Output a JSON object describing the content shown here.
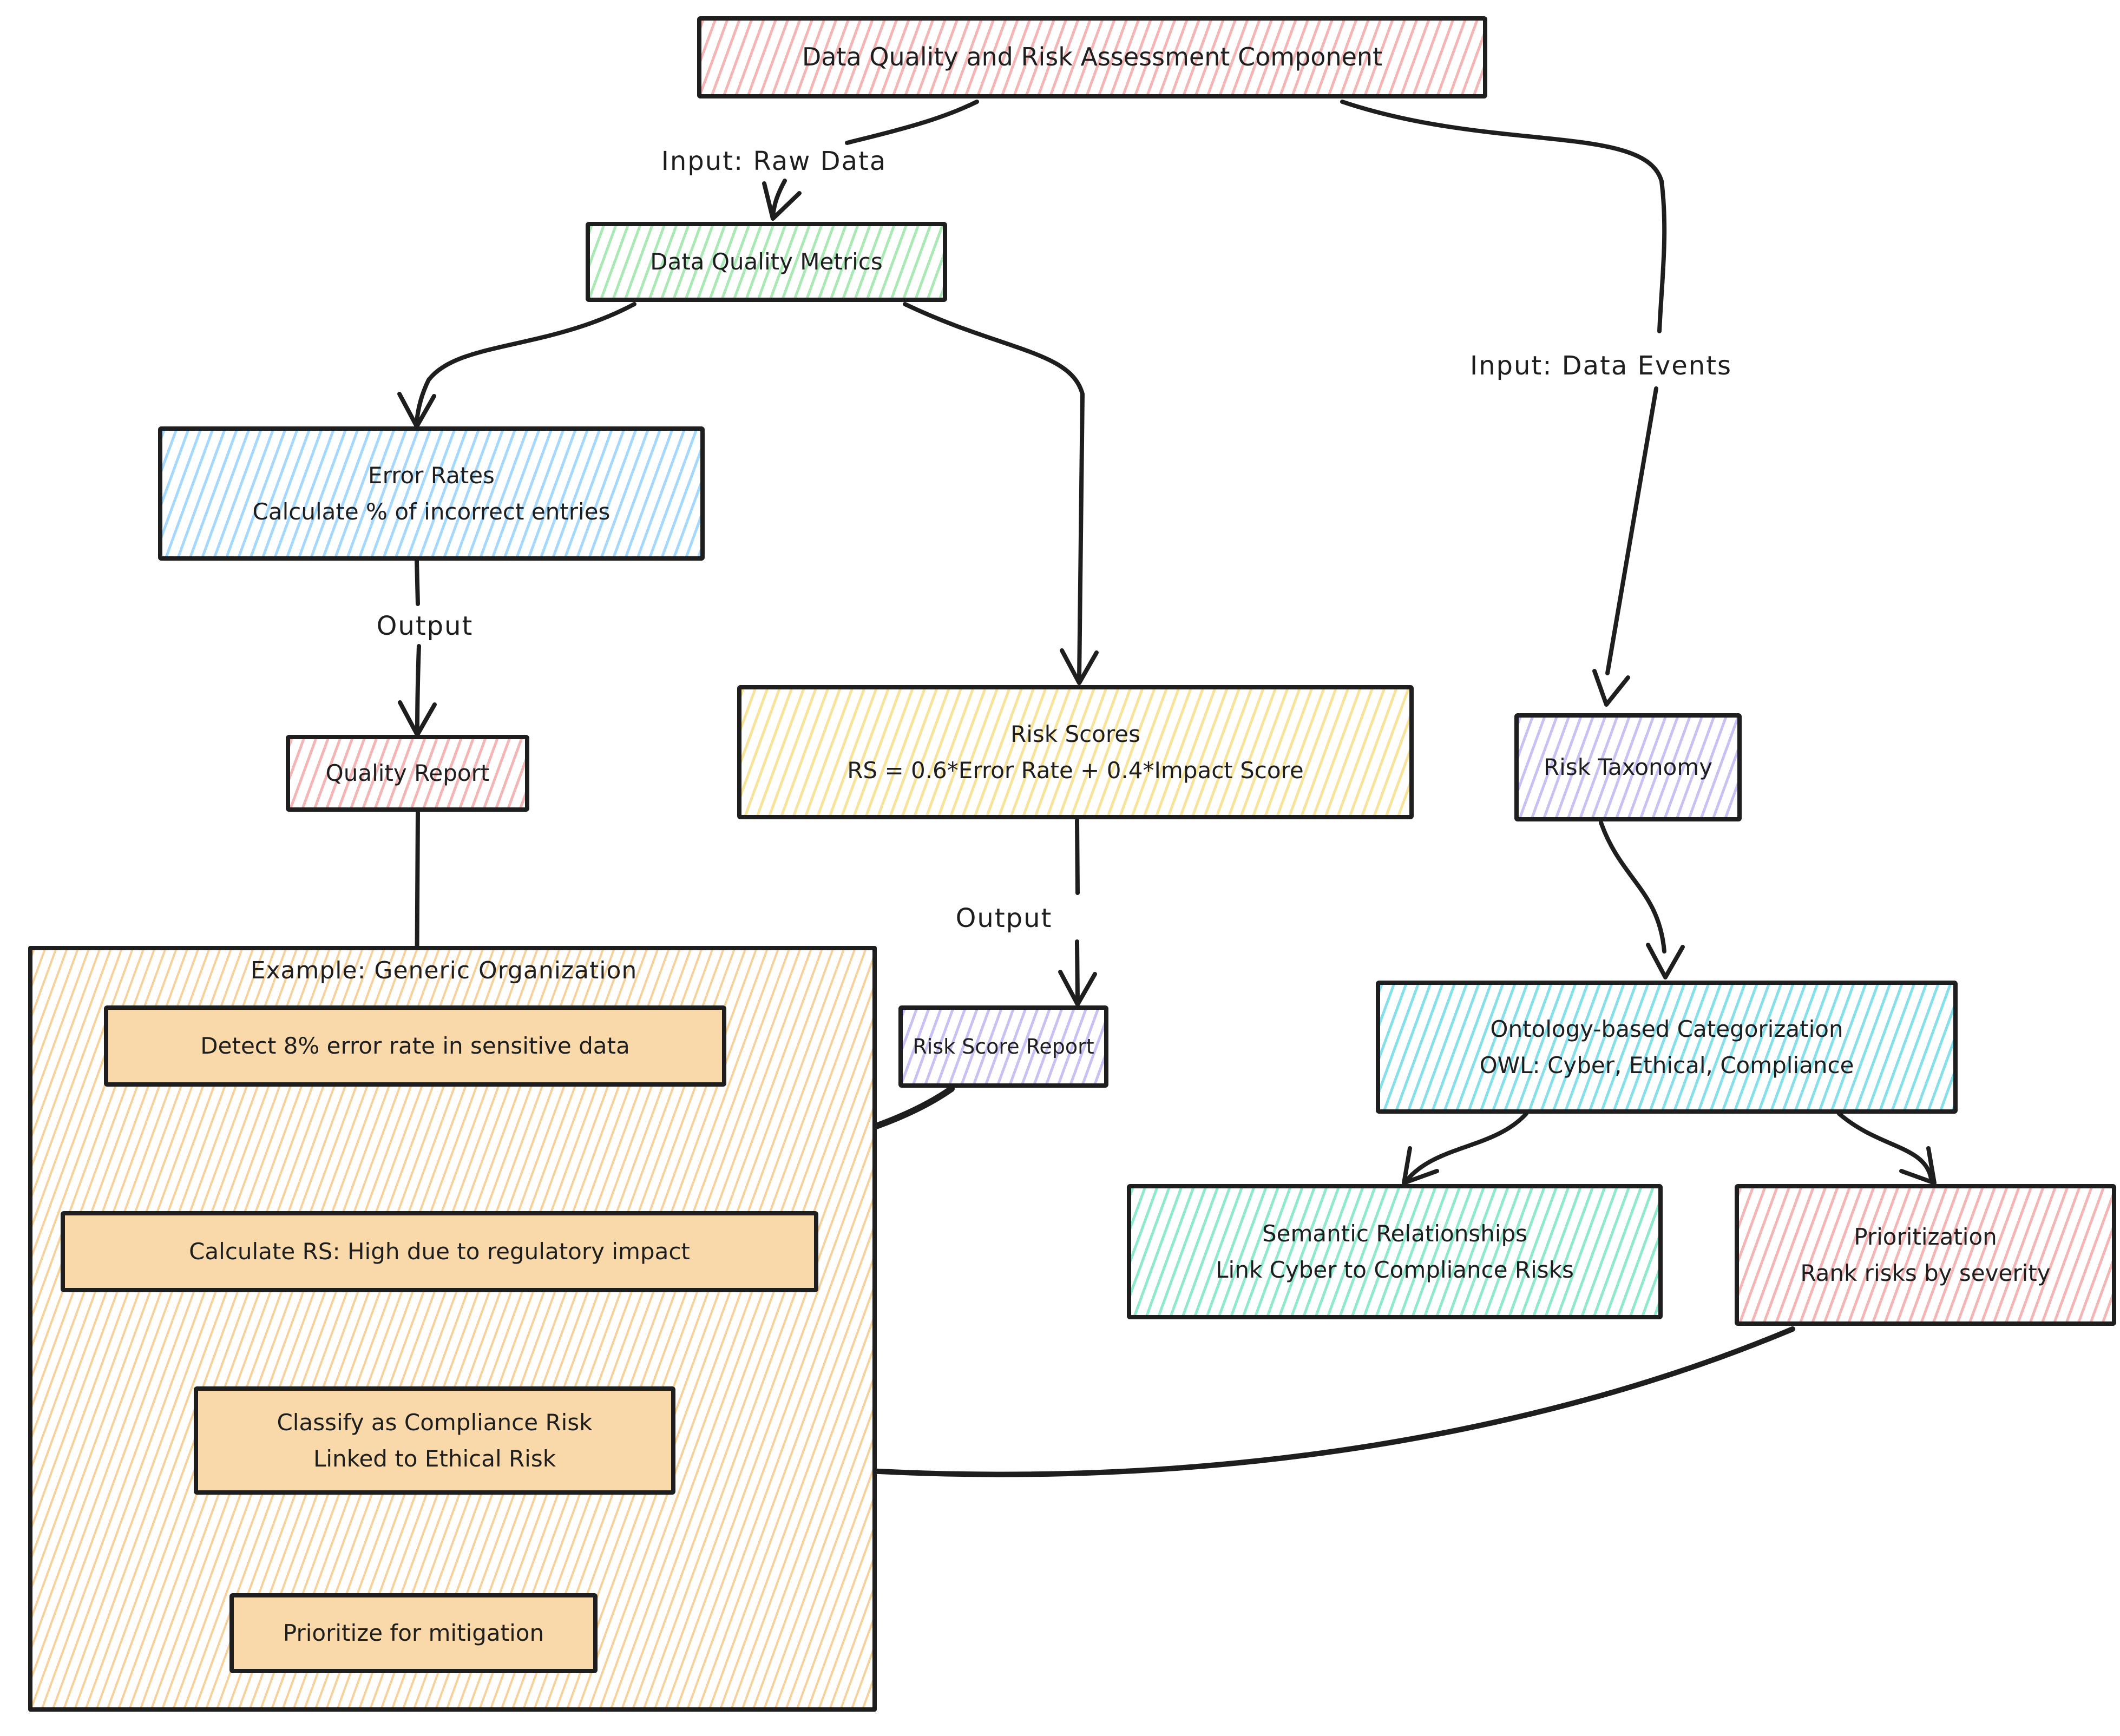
{
  "diagram": {
    "title_box": {
      "text": "Data Quality and Risk Assessment Component"
    },
    "labels": {
      "input_raw": "Input: Raw Data",
      "input_events": "Input: Data Events",
      "output_left": "Output",
      "output_mid": "Output"
    },
    "nodes": {
      "data_quality_metrics": {
        "line1": "Data Quality Metrics"
      },
      "error_rates": {
        "line1": "Error Rates",
        "line2": "Calculate % of incorrect entries"
      },
      "quality_report": {
        "line1": "Quality Report"
      },
      "risk_scores": {
        "line1": "Risk Scores",
        "line2": "RS = 0.6*Error Rate + 0.4*Impact Score"
      },
      "risk_score_report": {
        "line1": "Risk Score Report"
      },
      "risk_taxonomy": {
        "line1": "Risk Taxonomy"
      },
      "ontology_categorization": {
        "line1": "Ontology-based Categorization",
        "line2": "OWL: Cyber, Ethical, Compliance"
      },
      "semantic_relationships": {
        "line1": "Semantic Relationships",
        "line2": "Link Cyber to Compliance Risks"
      },
      "prioritization": {
        "line1": "Prioritization",
        "line2": "Rank risks by severity"
      },
      "example_container": {
        "title": "Example: Generic Organization"
      },
      "detect_error": {
        "line1": "Detect 8% error rate in sensitive data"
      },
      "calculate_rs": {
        "line1": "Calculate RS: High due to regulatory impact"
      },
      "classify_risk": {
        "line1": "Classify as Compliance Risk",
        "line2": "Linked to Ethical Risk"
      },
      "prioritize_mitigation": {
        "line1": "Prioritize for mitigation"
      }
    },
    "colors": {
      "stroke": "#1e1e1e",
      "pink": "#f5b5b5",
      "green": "#a9e9b4",
      "blue": "#a5d8ff",
      "yellow": "#f8e39a",
      "violet": "#c9c0f5",
      "cyan": "#85e0ec",
      "mint": "#8fe9cc",
      "orange_hatch": "#f8d09a",
      "orange_fill": "#f9d9a9"
    }
  }
}
